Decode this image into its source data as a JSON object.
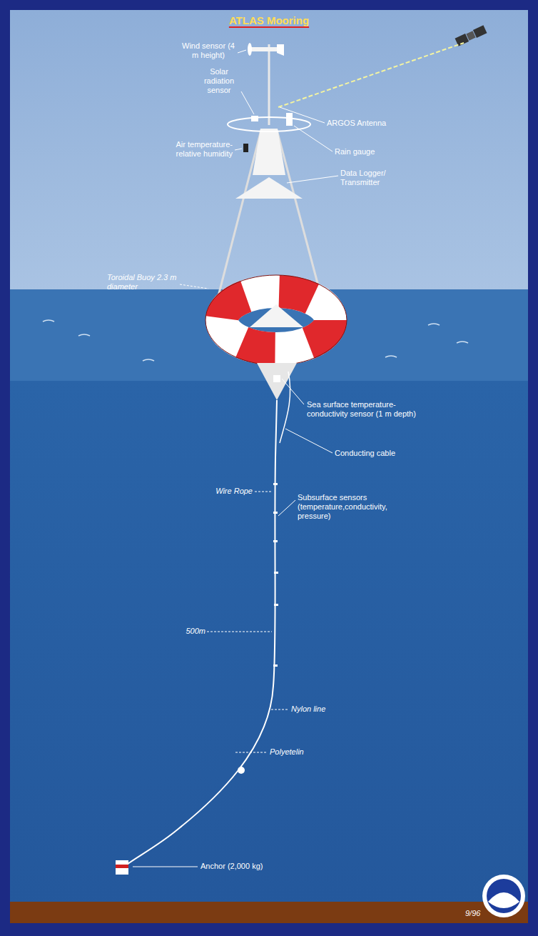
{
  "diagram": {
    "title": "ATLAS Mooring",
    "labels": [
      "Wind sensor (4 m height)",
      "Solar radiation sensor",
      "ARGOS Antenna",
      "Air temperature- relative humidity",
      "Rain gauge",
      "Data Logger/ Transmitter",
      "Toroidal Buoy 2.3 m diameter",
      "Sea surface temperature-conductivity sensor (1 m depth)",
      "Conducting cable",
      "Wire Rope",
      "Subsurface sensors (temperature,conductivity, pressure)",
      "500m",
      "Nylon line",
      "Polyetelin",
      "Anchor (2,000 kg)",
      "9/96"
    ]
  }
}
